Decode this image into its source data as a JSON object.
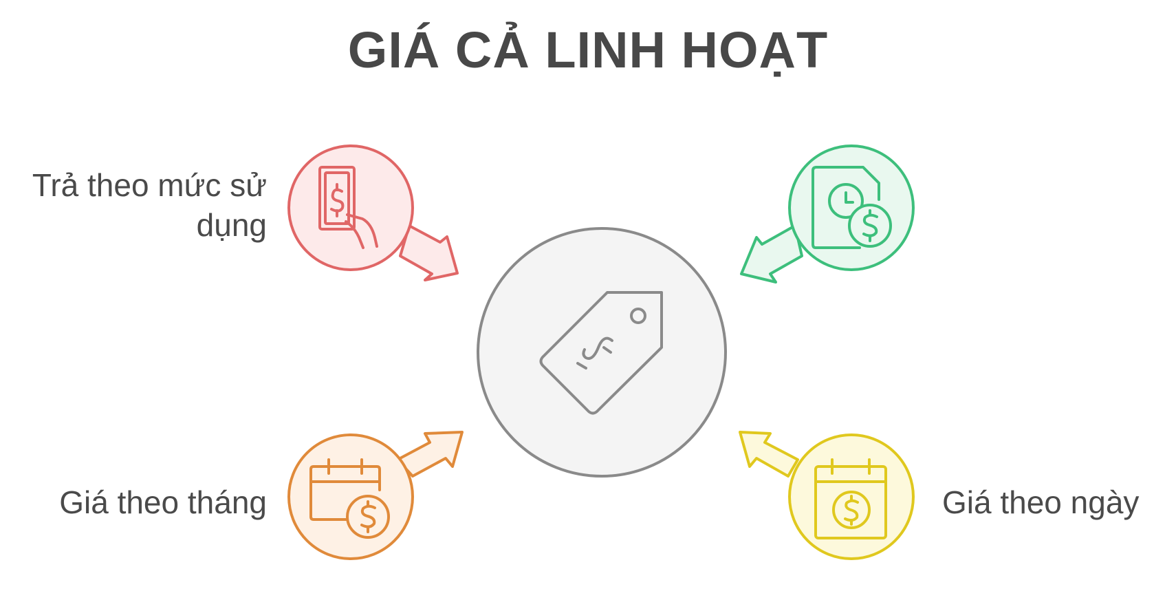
{
  "title": "GIÁ CẢ LINH HOẠT",
  "center": {
    "icon": "price-tag-icon"
  },
  "items": [
    {
      "label": "Trả theo mức sử dụng",
      "icon": "hand-holding-banknote-icon",
      "color": "#E06666"
    },
    {
      "label": "",
      "icon": "document-clock-dollar-icon",
      "color": "#3DBF7C"
    },
    {
      "label": "Giá theo tháng",
      "icon": "calendar-dollar-icon",
      "color": "#E08A3A"
    },
    {
      "label": "Giá theo ngày",
      "icon": "calendar-coin-icon",
      "color": "#E0C81E"
    }
  ]
}
